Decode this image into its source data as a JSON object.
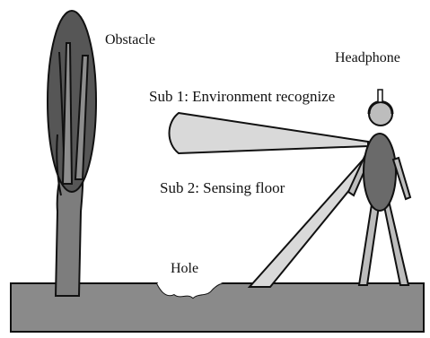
{
  "labels": {
    "obstacle": "Obstacle",
    "headphone": "Headphone",
    "sub1": "Sub 1: Environment recognize",
    "sub2": "Sub 2: Sensing floor",
    "hole": "Hole"
  },
  "colors": {
    "ground": "#8a8a8a",
    "tree_trunk": "#7d7d7d",
    "tree_foliage": "#565656",
    "body": "#6a6a6a",
    "beam": "#d9d9d9",
    "outline": "#111111",
    "legs": "#bdbdbd"
  }
}
